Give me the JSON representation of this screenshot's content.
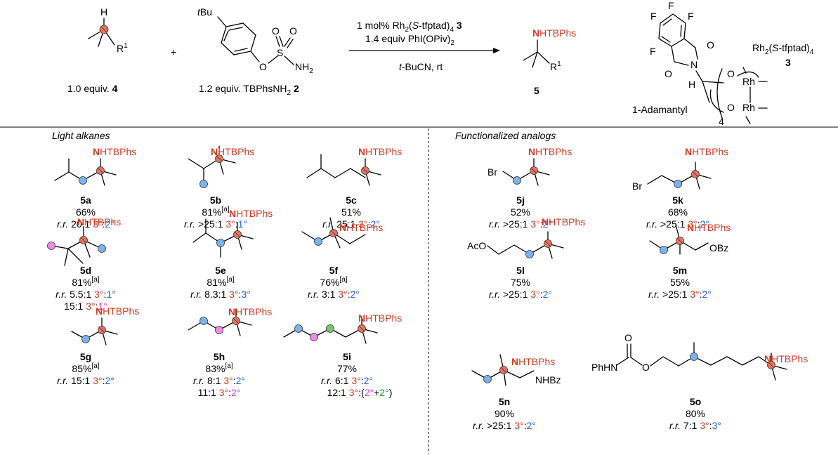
{
  "colors": {
    "tertiary": "#d13b22",
    "secondary": "#2b5fd9",
    "pink": "#e13fd6",
    "green": "#1f9a1f",
    "site_tertiary": "#e8735f",
    "site_secondary": "#7ab3ee",
    "site_pink": "#f08ae8",
    "site_green": "#73c873",
    "black": "#000000"
  },
  "scheme": {
    "substrate_H": "H",
    "substrate_R": "R",
    "substrate_R_sup": "1",
    "substrate_label_pre": "1.0 equiv. ",
    "substrate_label_num": "4",
    "plus": "+",
    "reagent_tBu_t": "t",
    "reagent_tBu_rest": "Bu",
    "reagent_O1": "O",
    "reagent_S": "S",
    "reagent_O2": "O",
    "reagent_O3": "O",
    "reagent_NH2_main": "NH",
    "reagent_NH2_sub": "2",
    "reagent_label_pre": "1.2 equiv. TBPhsNH",
    "reagent_label_sub": "2",
    "reagent_label_num": "2",
    "cond1_a": "1 mol% Rh",
    "cond1_sub1": "2",
    "cond1_b": "(",
    "cond1_S": "S",
    "cond1_c": "-tfptad)",
    "cond1_sub2": "4",
    "cond1_num": "3",
    "cond2_a": "1.4 equiv PhI(OPiv)",
    "cond2_sub": "2",
    "cond3_t": "t",
    "cond3_rest": "-BuCN, rt",
    "product_N": "N",
    "product_rest": "HTBPhs",
    "product_R": "R",
    "product_R_sup": "1",
    "product_num": "5",
    "cat_F1": "F",
    "cat_F2": "F",
    "cat_F3": "F",
    "cat_F4": "F",
    "cat_O1": "O",
    "cat_O2": "O",
    "cat_N": "N",
    "cat_H": "H",
    "cat_O3": "O",
    "cat_O4": "O",
    "cat_Rh1": "Rh",
    "cat_Rh2": "Rh",
    "cat_sub4": "4",
    "cat_adamantyl": "1-Adamantyl",
    "cat_name_a": "Rh",
    "cat_name_sub1": "2",
    "cat_name_b": "(",
    "cat_name_S": "S",
    "cat_name_c": "-tfptad)",
    "cat_name_sub2": "4",
    "cat_name_num": "3"
  },
  "sections": {
    "left": "Light alkanes",
    "right": "Functionalized analogs"
  },
  "common": {
    "N": "N",
    "HTBPhs": "HTBPhs",
    "rr": "r.r.",
    "deg3": "3°",
    "deg2": "2°",
    "deg1": "1°",
    "colon": ":",
    "note_a": "[a]"
  },
  "compounds": {
    "5a": {
      "id": "5a",
      "yield": "66%",
      "rr1_ratio": "20:1 "
    },
    "5b": {
      "id": "5b",
      "yield": "81%",
      "rr1_ratio": ">25:1 "
    },
    "5c": {
      "id": "5c",
      "yield": "51%",
      "rr1_ratio": "25:1 "
    },
    "5d": {
      "id": "5d",
      "yield": "81%",
      "rr1_ratio": "5.5:1 ",
      "rr2_ratio": "15:1 "
    },
    "5e": {
      "id": "5e",
      "yield": "81%",
      "rr1_ratio": "8.3:1 "
    },
    "5f": {
      "id": "5f",
      "yield": "76%",
      "rr1_ratio": "3:1 "
    },
    "5g": {
      "id": "5g",
      "yield": "85%",
      "rr1_ratio": "15:1 "
    },
    "5h": {
      "id": "5h",
      "yield": "83%",
      "rr1_ratio": "8:1 ",
      "rr2_ratio": "11:1 "
    },
    "5i": {
      "id": "5i",
      "yield": "77%",
      "rr1_ratio": "6:1 ",
      "rr2_ratio": "12:1 ",
      "rr2_open": "(",
      "rr2_plus": "+",
      "rr2_close": ")"
    },
    "5j": {
      "id": "5j",
      "yield": "52%",
      "rr1_ratio": ">25:1 ",
      "Br": "Br"
    },
    "5k": {
      "id": "5k",
      "yield": "68%",
      "rr1_ratio": ">25:1 ",
      "Br": "Br"
    },
    "5l": {
      "id": "5l",
      "yield": "75%",
      "rr1_ratio": ">25:1 ",
      "AcO": "AcO"
    },
    "5m": {
      "id": "5m",
      "yield": "55%",
      "rr1_ratio": ">25:1 ",
      "OBz": "OBz"
    },
    "5n": {
      "id": "5n",
      "yield": "90%",
      "rr1_ratio": ">25:1 ",
      "NHBz": "NHBz"
    },
    "5o": {
      "id": "5o",
      "yield": "80%",
      "rr1_ratio": "7:1 ",
      "PhHN": "PhHN",
      "O_carbonyl": "O",
      "O_ester": "O"
    }
  }
}
